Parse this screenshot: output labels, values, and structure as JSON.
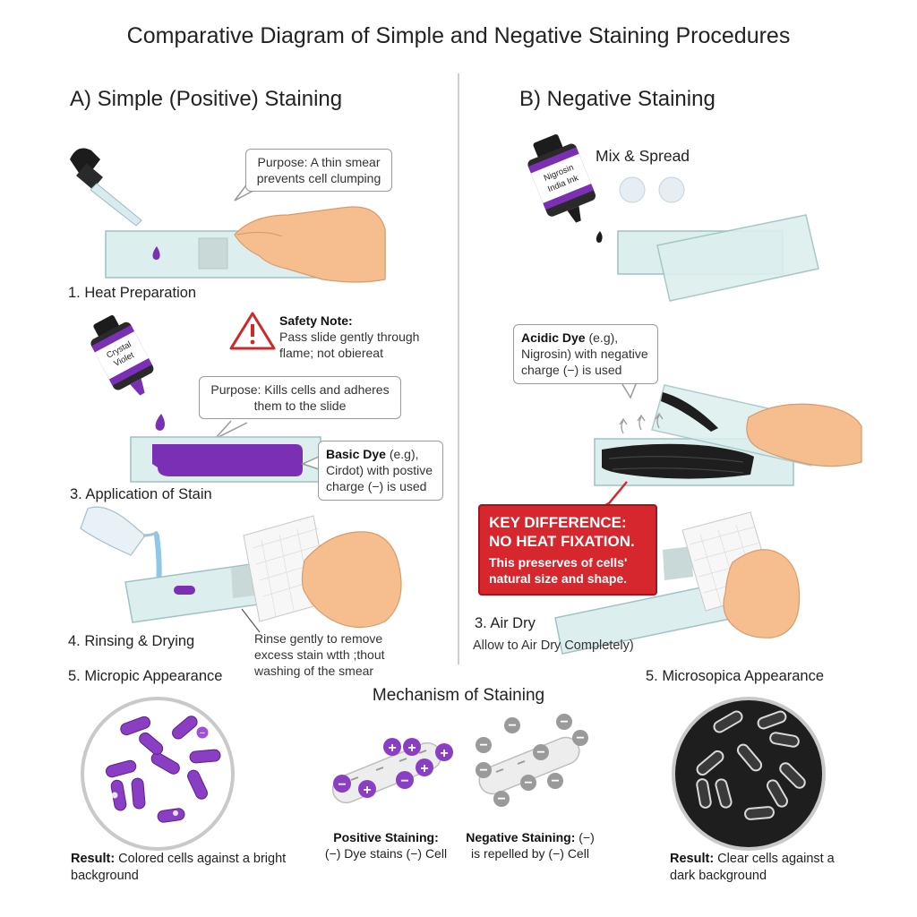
{
  "title": "Comparative Diagram of Simple and Negative Staining Procedures",
  "left": {
    "heading": "A) Simple (Positive) Staining",
    "callout_smear": "Purpose: A thin smear prevents cell clumping",
    "step1": "1. Heat Preparation",
    "safety_title": "Safety Note:",
    "safety_text": "Pass slide gently through flame; not obiereat",
    "bottle_label_1": "Crystal",
    "bottle_label_2": "Violet",
    "callout_kill": "Purpose: Kills cells and adheres them to the slide",
    "basic_dye_bold": "Basic Dye",
    "basic_dye_rest": " (e.g),",
    "basic_dye_line2": "Cirdot) with postive",
    "basic_dye_line3": "charge (−) is used",
    "step3": "3. Application of Stain",
    "step4": "4. Rinsing & Drying",
    "rinse_text": "Rinse gently to remove excess stain wtth ;thout washing of the smear",
    "step5": "5. Micropic Appearance",
    "result_bold": "Result:",
    "result_text": " Colored cells against a bright background"
  },
  "right": {
    "heading": "B) Negative Staining",
    "mix_spread": "Mix & Spread",
    "bottle_label_1": "Nigrosin",
    "bottle_label_2": "India Ink",
    "acidic_bold": "Acidic Dye",
    "acidic_rest": " (e.g),",
    "acidic_line2": "Nigrosin) with negative",
    "acidic_line3": "charge (−) is used",
    "key_line1": "KEY DIFFERENCE:",
    "key_line2": "NO HEAT FIXATION.",
    "key_line3": "This preserves of cells'",
    "key_line4": "natural size and shape.",
    "step3": "3. Air Dry",
    "air_dry_note": "Allow to Air Dry Completely)",
    "step5": "5. Microsopica Appearance",
    "result_bold": "Result:",
    "result_text": " Clear cells against a dark background"
  },
  "mechanism": {
    "heading": "Mechanism of Staining",
    "pos_bold": "Positive Staining:",
    "pos_text": "(−) Dye stains (−) Cell",
    "neg_bold": "Negative Staining:",
    "neg_rest": " (−)",
    "neg_text": "is repelled by (−) Cell",
    "plus": "+",
    "minus": "−"
  },
  "colors": {
    "purple": "#7b2fb5",
    "slide": "#dcefee",
    "skin": "#f6be8f",
    "red": "#d6262e",
    "dark": "#1e1e1e"
  },
  "icons": [
    "dropper-icon",
    "stain-bottle-icon",
    "warning-icon",
    "hand-icon",
    "wash-bottle-icon",
    "paper-towel-icon",
    "microscope-field-icon"
  ]
}
